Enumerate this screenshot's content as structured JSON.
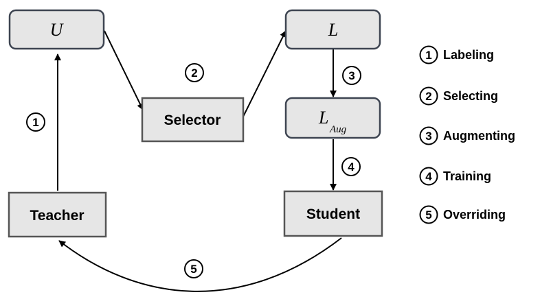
{
  "nodes": {
    "u": {
      "label": "U"
    },
    "l": {
      "label": "L"
    },
    "l_aug": {
      "label": "L",
      "subscript": "Aug"
    },
    "selector": {
      "label": "Selector"
    },
    "teacher": {
      "label": "Teacher"
    },
    "student": {
      "label": "Student"
    }
  },
  "steps": {
    "s1": "1",
    "s2": "2",
    "s3": "3",
    "s4": "4",
    "s5": "5"
  },
  "legend": [
    {
      "num": "1",
      "label": "Labeling"
    },
    {
      "num": "2",
      "label": "Selecting"
    },
    {
      "num": "3",
      "label": "Augmenting"
    },
    {
      "num": "4",
      "label": "Training"
    },
    {
      "num": "5",
      "label": "Overriding"
    }
  ],
  "colors": {
    "rounded_box_fill": "#e6e6e6",
    "rounded_box_stroke": "#3d4451",
    "square_box_fill": "#e6e6e6",
    "square_box_stroke": "#555555",
    "arrow": "#000000"
  }
}
